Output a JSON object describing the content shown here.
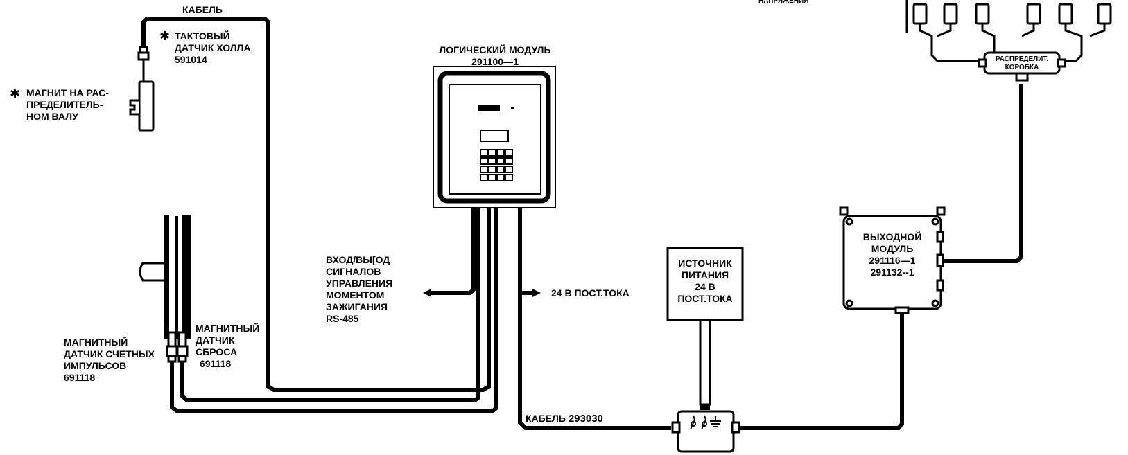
{
  "labels": {
    "cable_top": "КАБЕЛЬ",
    "asterisk": "✱",
    "hall_sensor": [
      "ТАКТОВЫЙ",
      "ДАТЧИК ХОЛЛА",
      "591014"
    ],
    "cam_magnet": [
      "МАГНИТ НА РАС-",
      "ПРЕДЕЛИТЕЛЬ-",
      "НОМ ВАЛУ"
    ],
    "logic_module": [
      "ЛОГИЧЕСКИЙ МОДУЛЬ",
      "291100—1"
    ],
    "io_signals": [
      "ВХОД/ВЫ[ОД",
      "СИГНАЛОВ",
      "УПРАВЛЕНИЯ",
      "МОМЕНТОМ",
      "ЗАЖИГАНИЯ",
      "RS-485"
    ],
    "dc_24": "24 В ПОСТ.ТОКА",
    "power_supply": [
      "ИСТОЧНИК",
      "ПИТАНИЯ",
      "24 В",
      "ПОСТ.ТОКА"
    ],
    "output_module": [
      "ВЫХОДНОЙ",
      "МОДУЛЬ",
      "291116—1",
      "291132--1"
    ],
    "distribution_box": [
      "РАСПРЕДЕЛИТ.",
      "КОРОБКА"
    ],
    "high_voltage_partial": "НАПРЯЖЕНИЯ",
    "reset_sensor": [
      "МАГНИТНЫЙ",
      "ДАТЧИК",
      "СБРОСА",
      "691118"
    ],
    "count_sensor": [
      "МАГНИТНЫЙ",
      "ДАТЧИК СЧЕТНЫХ",
      "ИМПУЛЬСОВ",
      "691118"
    ],
    "cable_bottom": "КАБЕЛЬ",
    "cable_bottom_num": "293030"
  },
  "colors": {
    "ink": "#000000",
    "paper": "#ffffff"
  }
}
